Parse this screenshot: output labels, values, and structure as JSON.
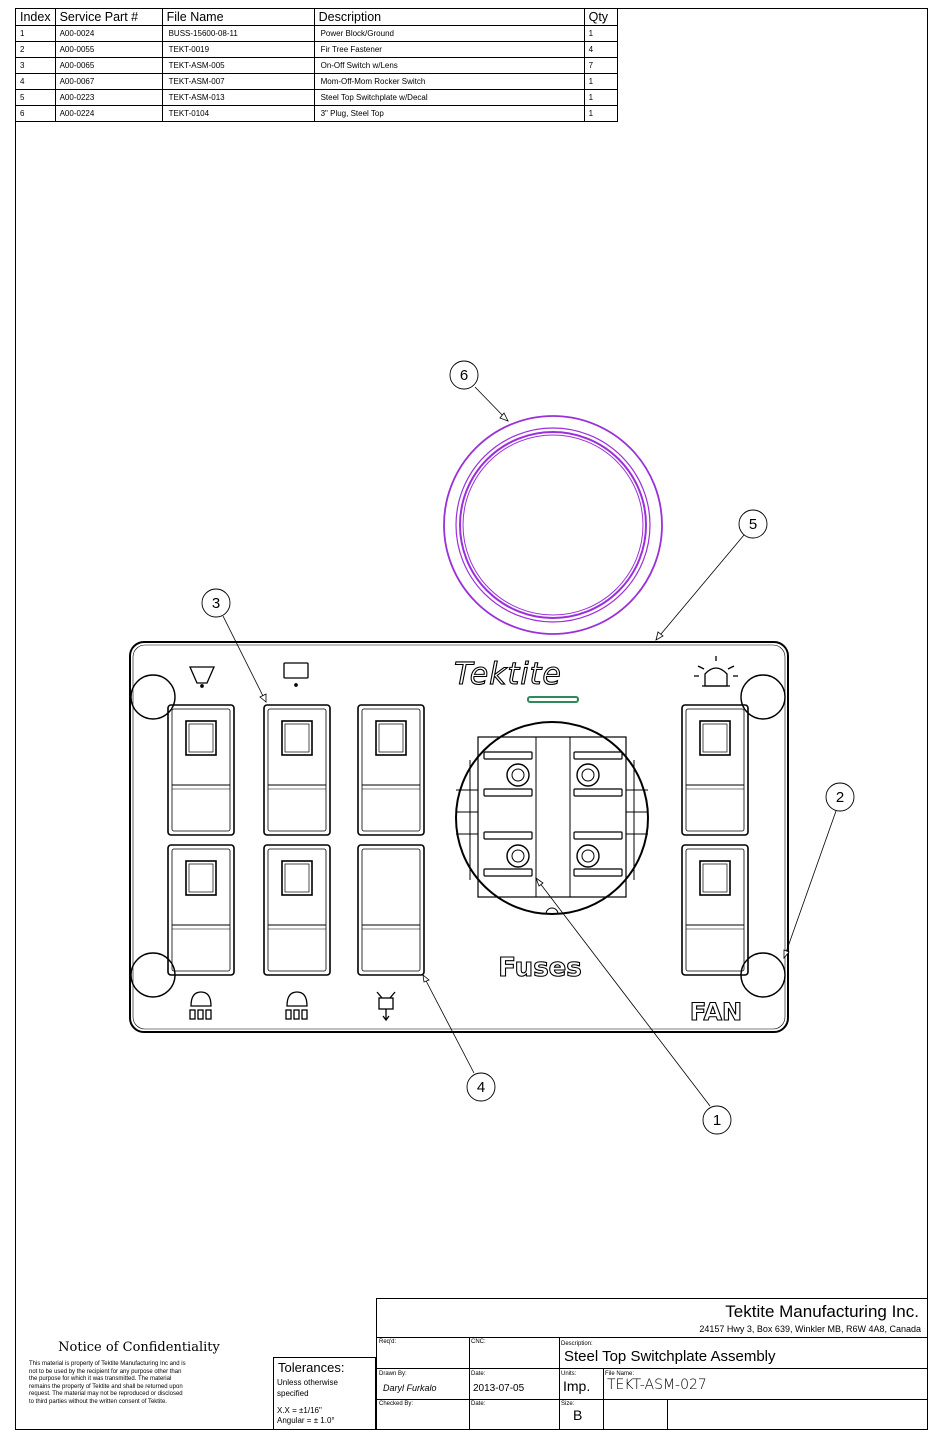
{
  "bom": {
    "headers": [
      "Index",
      "Service Part #",
      "File Name",
      "Description",
      "Qty"
    ],
    "rows": [
      [
        "1",
        "A00-0024",
        "BUSS-15600-08-11",
        "Power Block/Ground",
        "1"
      ],
      [
        "2",
        "A00-0055",
        "TEKT-0019",
        "Fir Tree Fastener",
        "4"
      ],
      [
        "3",
        "A00-0065",
        "TEKT-ASM-005",
        "On-Off Switch w/Lens",
        "7"
      ],
      [
        "4",
        "A00-0067",
        "TEKT-ASM-007",
        "Mom-Off-Mom Rocker Switch",
        "1"
      ],
      [
        "5",
        "A00-0223",
        "TEKT-ASM-013",
        "Steel Top Switchplate w/Decal",
        "1"
      ],
      [
        "6",
        "A00-0224",
        "TEKT-0104",
        "3\" Plug, Steel Top",
        "1"
      ]
    ]
  },
  "drawing": {
    "brand": "Tektite",
    "fuses_label": "Fuses",
    "fan_label": "FAN",
    "balloons": [
      "1",
      "2",
      "3",
      "4",
      "5",
      "6"
    ],
    "plug_color": "#9b30d9",
    "indicator_color": "#2e8b57"
  },
  "notice": {
    "title": "Notice of Confidentiality",
    "body": "This material is property of Tektite Manufacturing Inc and is not to be used by the recipient for any purpose other than the purpose for which it was transmitted. The material remains the property of Tektite and shall be returned upon request. The material may not be reproduced or disclosed to third parties without the written consent of Tektite."
  },
  "tolerances": {
    "title": "Tolerances:",
    "note": "Unless otherwise specified",
    "linear": "X.X = ±1/16\"",
    "angular": "Angular = ± 1.0°"
  },
  "title_block": {
    "company": "Tektite Manufacturing Inc.",
    "address": "24157 Hwy 3, Box 639, Winkler MB, R6W 4A8, Canada",
    "reqd_label": "Req'd:",
    "cnc_label": "CNC:",
    "description_label": "Description:",
    "description": "Steel Top Switchplate Assembly",
    "drawn_by_label": "Drawn By:",
    "drawn_by": "Daryl Furkalo",
    "date_label": "Date:",
    "date": "2013-07-05",
    "units_label": "Units:",
    "units": "Imp.",
    "file_name_label": "File Name:",
    "file_name": "TEKT-ASM-027",
    "checked_by_label": "Checked By:",
    "checked_date_label": "Date:",
    "size_label": "Size:",
    "size": "B"
  }
}
